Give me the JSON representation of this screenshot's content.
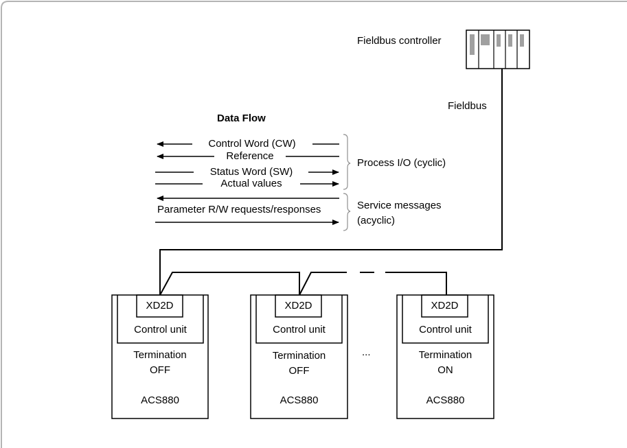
{
  "controller": {
    "label": "Fieldbus controller"
  },
  "bus": {
    "label": "Fieldbus"
  },
  "data_flow": {
    "title": "Data Flow",
    "cyclic": [
      "Control Word (CW)",
      "Reference",
      "Status Word (SW)",
      "Actual values"
    ],
    "acyclic": "Parameter R/W requests/responses"
  },
  "groups": {
    "process": "Process I/O (cyclic)",
    "service_line1": "Service messages",
    "service_line2": "(acyclic)"
  },
  "ellipsis": "...",
  "drives": [
    {
      "module": "XD2D",
      "unit": "Control unit",
      "term_label": "Termination",
      "term_state": "OFF",
      "model": "ACS880"
    },
    {
      "module": "XD2D",
      "unit": "Control unit",
      "term_label": "Termination",
      "term_state": "OFF",
      "model": "ACS880"
    },
    {
      "module": "XD2D",
      "unit": "Control unit",
      "term_label": "Termination",
      "term_state": "ON",
      "model": "ACS880"
    }
  ],
  "colors": {
    "frame": "#b4b4b4",
    "line": "#000000",
    "slot_fill": "#a0a0a0"
  }
}
